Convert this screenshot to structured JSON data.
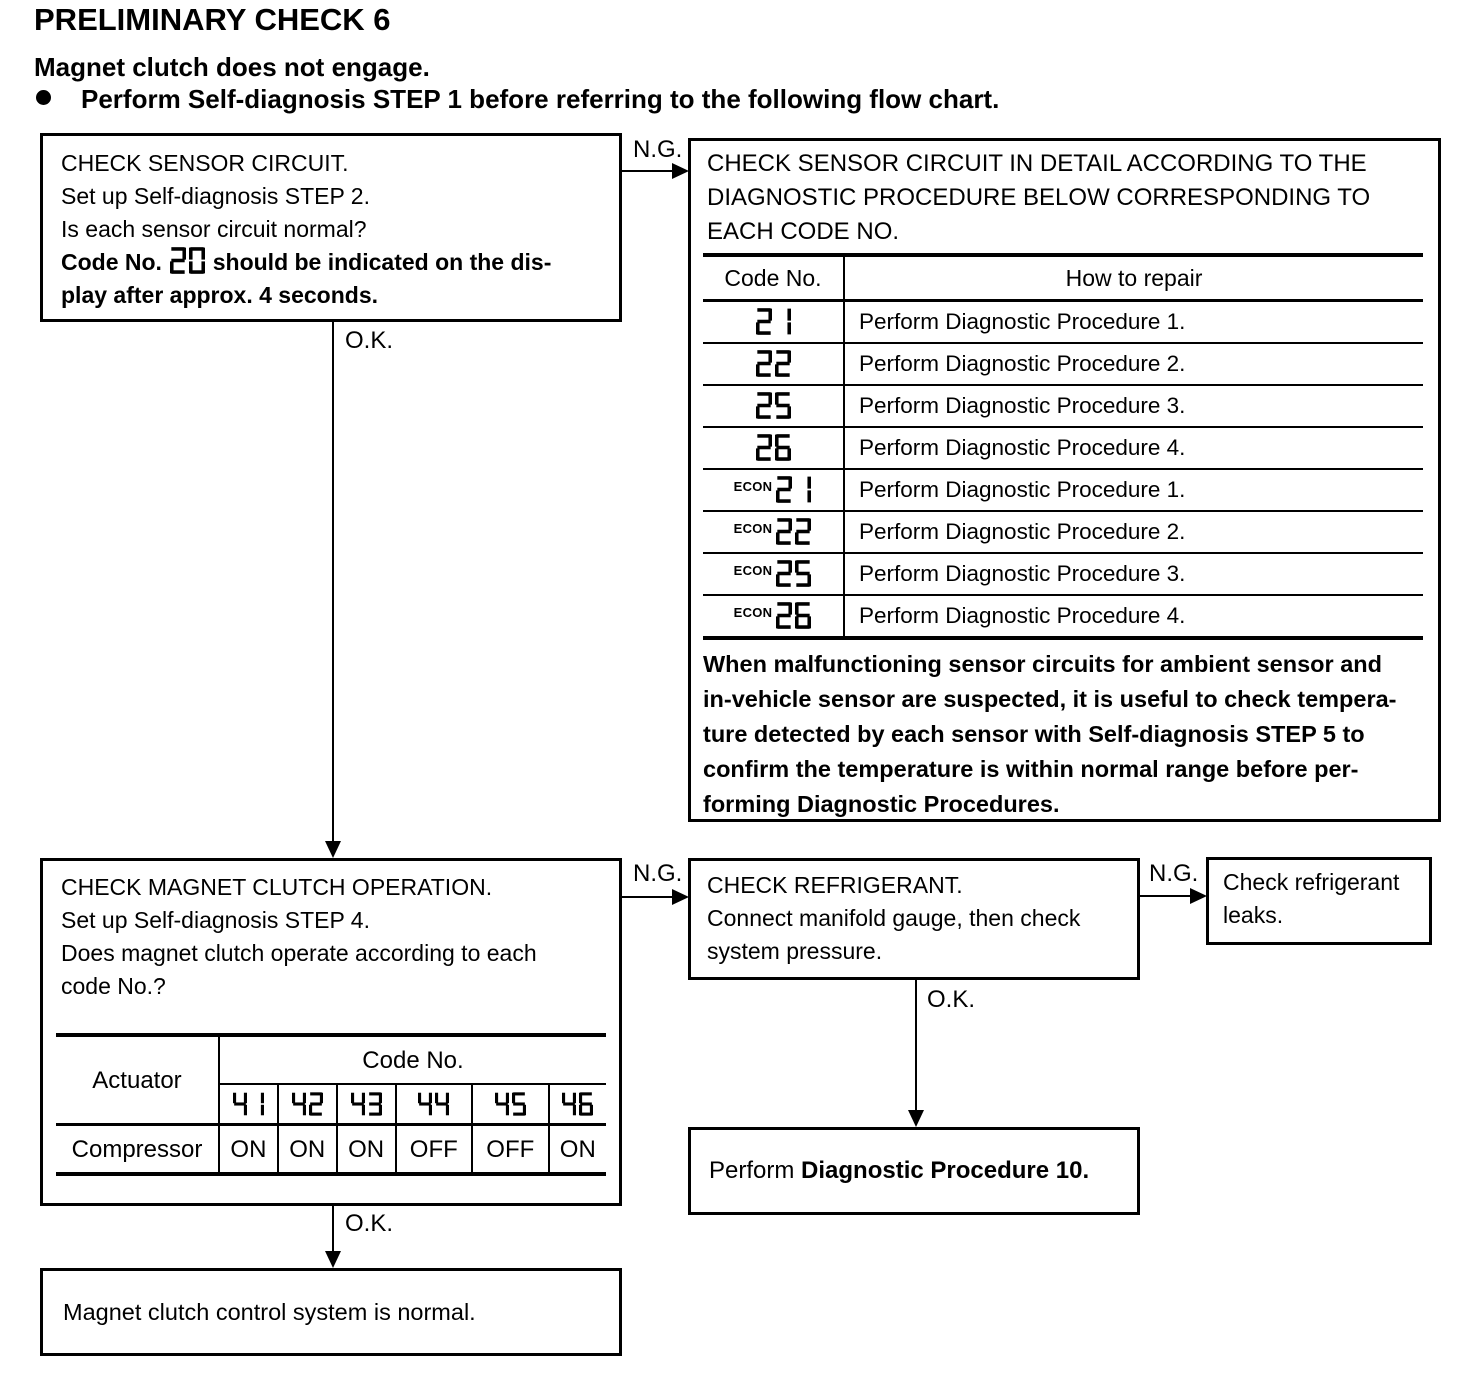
{
  "header": {
    "title": "PRELIMINARY CHECK 6",
    "subtitle": "Magnet clutch does not engage.",
    "bullet_text": "Perform Self-diagnosis STEP 1 before referring to the following flow chart."
  },
  "labels": {
    "ng": "N.G.",
    "ok": "O.K."
  },
  "check_sensor_box": {
    "lines": [
      "CHECK SENSOR CIRCUIT.",
      "Set up Self-diagnosis STEP 2.",
      "Is each sensor circuit normal?"
    ],
    "code_prefix": "Code No.",
    "code_display": "20",
    "code_suffix_line1": "should be indicated on the dis-",
    "code_suffix_line2": "play after approx. 4 seconds."
  },
  "detail_box": {
    "heading_lines": [
      "CHECK SENSOR CIRCUIT IN DETAIL ACCORDING TO THE",
      "DIAGNOSTIC PROCEDURE BELOW CORRESPONDING TO",
      "EACH CODE NO."
    ],
    "table": {
      "col_code": "Code No.",
      "col_repair": "How to repair",
      "rows": [
        {
          "econ": "",
          "code": "21",
          "repair": "Perform Diagnostic Procedure 1."
        },
        {
          "econ": "",
          "code": "22",
          "repair": "Perform Diagnostic Procedure 2."
        },
        {
          "econ": "",
          "code": "25",
          "repair": "Perform Diagnostic Procedure 3."
        },
        {
          "econ": "",
          "code": "26",
          "repair": "Perform Diagnostic Procedure 4."
        },
        {
          "econ": "ECON",
          "code": "21",
          "repair": "Perform Diagnostic Procedure 1."
        },
        {
          "econ": "ECON",
          "code": "22",
          "repair": "Perform Diagnostic Procedure 2."
        },
        {
          "econ": "ECON",
          "code": "25",
          "repair": "Perform Diagnostic Procedure 3."
        },
        {
          "econ": "ECON",
          "code": "26",
          "repair": "Perform Diagnostic Procedure 4."
        }
      ]
    },
    "note_lines": [
      "When malfunctioning sensor circuits for ambient sensor and",
      "in-vehicle sensor are suspected, it is useful to check tempera-",
      "ture detected by each sensor with Self-diagnosis STEP 5 to",
      "confirm the temperature is within normal range before per-",
      "forming Diagnostic Procedures."
    ]
  },
  "magnet_box": {
    "lines": [
      "CHECK MAGNET CLUTCH OPERATION.",
      "Set up Self-diagnosis STEP 4.",
      "Does magnet clutch operate according to each",
      "code No.?"
    ],
    "table": {
      "actuator_header": "Actuator",
      "code_header": "Code No.",
      "codes": [
        "41",
        "42",
        "43",
        "44",
        "45",
        "46"
      ],
      "row_label": "Compressor",
      "values": [
        "ON",
        "ON",
        "ON",
        "OFF",
        "OFF",
        "ON"
      ]
    }
  },
  "refrigerant_box": {
    "lines": [
      "CHECK REFRIGERANT.",
      "Connect manifold gauge, then check",
      "system pressure."
    ]
  },
  "leaks_box": {
    "lines": [
      "Check refrigerant",
      "leaks."
    ]
  },
  "procedure10_box": {
    "prefix": "Perform ",
    "bold": "Diagnostic Procedure 10."
  },
  "normal_box": {
    "text": "Magnet clutch control system is normal."
  }
}
